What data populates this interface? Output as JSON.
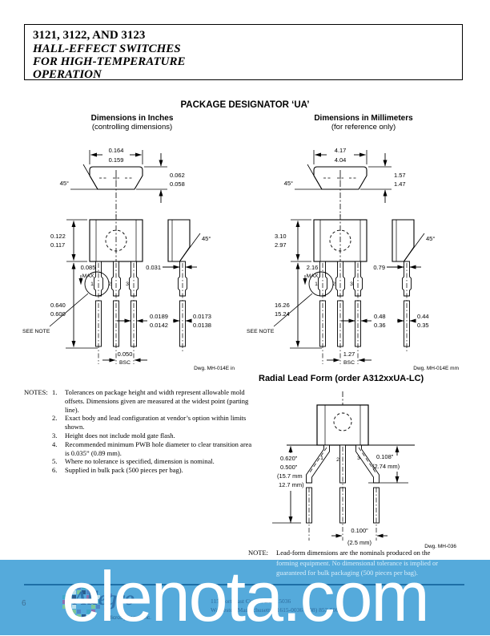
{
  "header": {
    "line1": "3121, 3122, AND 3123",
    "line2": "HALL-EFFECT SWITCHES",
    "line3": "FOR HIGH-TEMPERATURE",
    "line4": "OPERATION"
  },
  "package_section": {
    "heading": "PACKAGE DESIGNATOR ‘UA’",
    "inches_title": "Dimensions in Inches",
    "inches_subtitle": "(controlling dimensions)",
    "mm_title": "Dimensions in Millimeters",
    "mm_subtitle": "(for reference only)"
  },
  "pins": {
    "p1": "1",
    "p2": "2",
    "p3": "3"
  },
  "inches": {
    "width_max": "0.164",
    "width_min": "0.159",
    "thick_max": "0.062",
    "thick_min": "0.058",
    "angle": "45°",
    "body_h_max": "0.122",
    "body_h_min": "0.117",
    "trans_max": "0.085",
    "trans_note": "MAX",
    "lead_len_max": "0.640",
    "lead_len_min": "0.600",
    "see_note": "SEE NOTE",
    "lead_w_max": "0.0189",
    "lead_w_min": "0.0142",
    "pitch": "0.050",
    "pitch_note": "BSC",
    "side_thick": "0.031",
    "side_angle": "45°",
    "side_lead_max": "0.0173",
    "side_lead_min": "0.0138",
    "dwg": "Dwg. MH-014E in"
  },
  "mm": {
    "width_max": "4.17",
    "width_min": "4.04",
    "thick_max": "1.57",
    "thick_min": "1.47",
    "angle": "45°",
    "body_h_max": "3.10",
    "body_h_min": "2.97",
    "trans_max": "2.16",
    "trans_note": "MAX",
    "lead_len_max": "16.26",
    "lead_len_min": "15.24",
    "see_note": "SEE NOTE",
    "lead_w_max": "0.48",
    "lead_w_min": "0.36",
    "pitch": "1.27",
    "pitch_note": "BSC",
    "side_thick": "0.79",
    "side_angle": "45°",
    "side_lead_max": "0.44",
    "side_lead_min": "0.35",
    "dwg": "Dwg. MH-014E mm"
  },
  "radial": {
    "heading": "Radial Lead Form (order A312xxUA-LC)",
    "dim_left_1": "0.620”",
    "dim_left_2": "0.500”",
    "dim_left_3": "(15.7 mm",
    "dim_left_4": "12.7 mm)",
    "dim_right_1": "0.108”",
    "dim_right_2": "(2.74 mm)",
    "dim_bottom_1": "0.100”",
    "dim_bottom_2": "(2.5 mm)",
    "dwg": "Dwg. MH-036"
  },
  "notes": {
    "label": "NOTES:",
    "items": [
      {
        "n": "1.",
        "t": "Tolerances on package height and width represent allowable mold offsets. Dimensions given are measured at the widest point (parting line)."
      },
      {
        "n": "2.",
        "t": "Exact body and lead configuration at vendor’s option within limits shown."
      },
      {
        "n": "3.",
        "t": "Height does not include mold gate flash."
      },
      {
        "n": "4.",
        "t": "Recommended minimum PWB hole diameter to clear transition area is 0.035” (0.89 mm)."
      },
      {
        "n": "5.",
        "t": "Where no tolerance is specified, dimension is nominal."
      },
      {
        "n": "6.",
        "t": "Supplied in bulk pack (500 pieces per bag)."
      }
    ]
  },
  "bottom_note": {
    "label": "NOTE:",
    "line1": "Lead-form dimensions are the nominals produced on the",
    "line2": "forming equipment.  No dimensional tolerance is implied or",
    "line3": "guaranteed for bulk packaging (500 pieces per bag)."
  },
  "footer": {
    "page_number": "6",
    "logo_text": "Allegro",
    "logo_subtext": "MicroSystems, Inc.",
    "address_line1": "115 Northeast Cutoff, Box 15036",
    "address_line2": "Worcester, Massachusetts 01615-0036 (508) 853-5000",
    "watermark": "elenota.com",
    "band_color": "#55aadb",
    "rule_color": "#1d6fa6"
  }
}
